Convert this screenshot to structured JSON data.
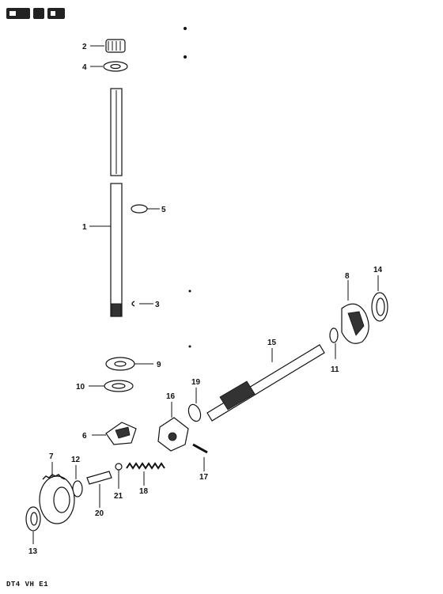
{
  "diagram": {
    "logo_text": "",
    "footer_code": "DT4 VH E1",
    "callouts": [
      "1",
      "2",
      "3",
      "4",
      "5",
      "6",
      "7",
      "8",
      "9",
      "10",
      "11",
      "12",
      "13",
      "14",
      "15",
      "16",
      "17",
      "18",
      "19",
      "20",
      "21"
    ]
  }
}
